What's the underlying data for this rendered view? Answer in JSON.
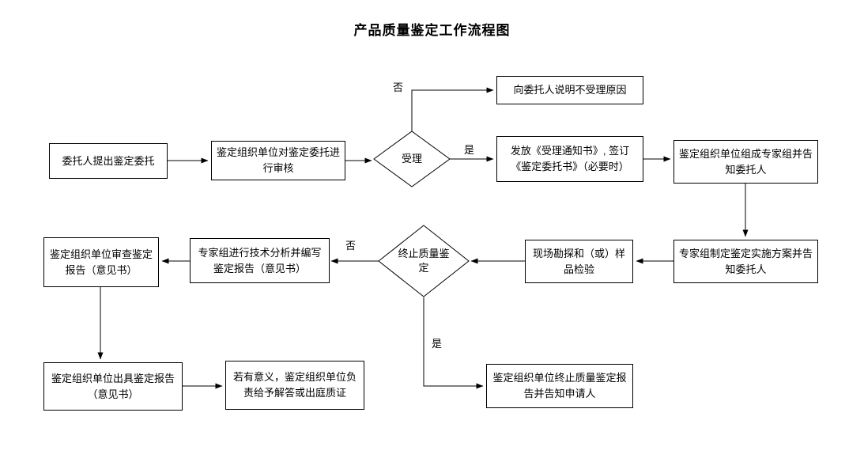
{
  "title": "产品质量鉴定工作流程图",
  "colors": {
    "line": "#000000",
    "node_fill": "#ffffff",
    "background": "#ffffff"
  },
  "nodes": {
    "client_request": {
      "text": "委托人提出鉴定委托"
    },
    "org_review": {
      "text": "鉴定组织单位对鉴定委托进行审核"
    },
    "accept_decision": {
      "text": "受理"
    },
    "reject_reason": {
      "text": "向委托人说明不受理原因"
    },
    "issue_notice": {
      "text": "发放《受理通知书》, 签订《鉴定委托书》（必要时）"
    },
    "form_expert_group": {
      "text": "鉴定组织单位组成专家组并告知委托人"
    },
    "make_plan": {
      "text": "专家组制定鉴定实施方案并告知委托人"
    },
    "site_inspection": {
      "text": "现场勘探和（或）样品检验"
    },
    "terminate_decision": {
      "text": "终止质量鉴定"
    },
    "tech_analysis": {
      "text": "专家组进行技术分析并编写鉴定报告（意见书）"
    },
    "review_report": {
      "text": "鉴定组织单位审查鉴定报告（意见书）"
    },
    "issue_report": {
      "text": "鉴定组织单位出具鉴定报告（意见书）"
    },
    "answer_objection": {
      "text": "若有意义，鉴定组织单位负责给予解答或出庭质证"
    },
    "terminate_report": {
      "text": "鉴定组织单位终止质量鉴定报告并告知申请人"
    }
  },
  "labels": {
    "no_top": "否",
    "yes_right": "是",
    "no_left": "否",
    "yes_down": "是"
  }
}
